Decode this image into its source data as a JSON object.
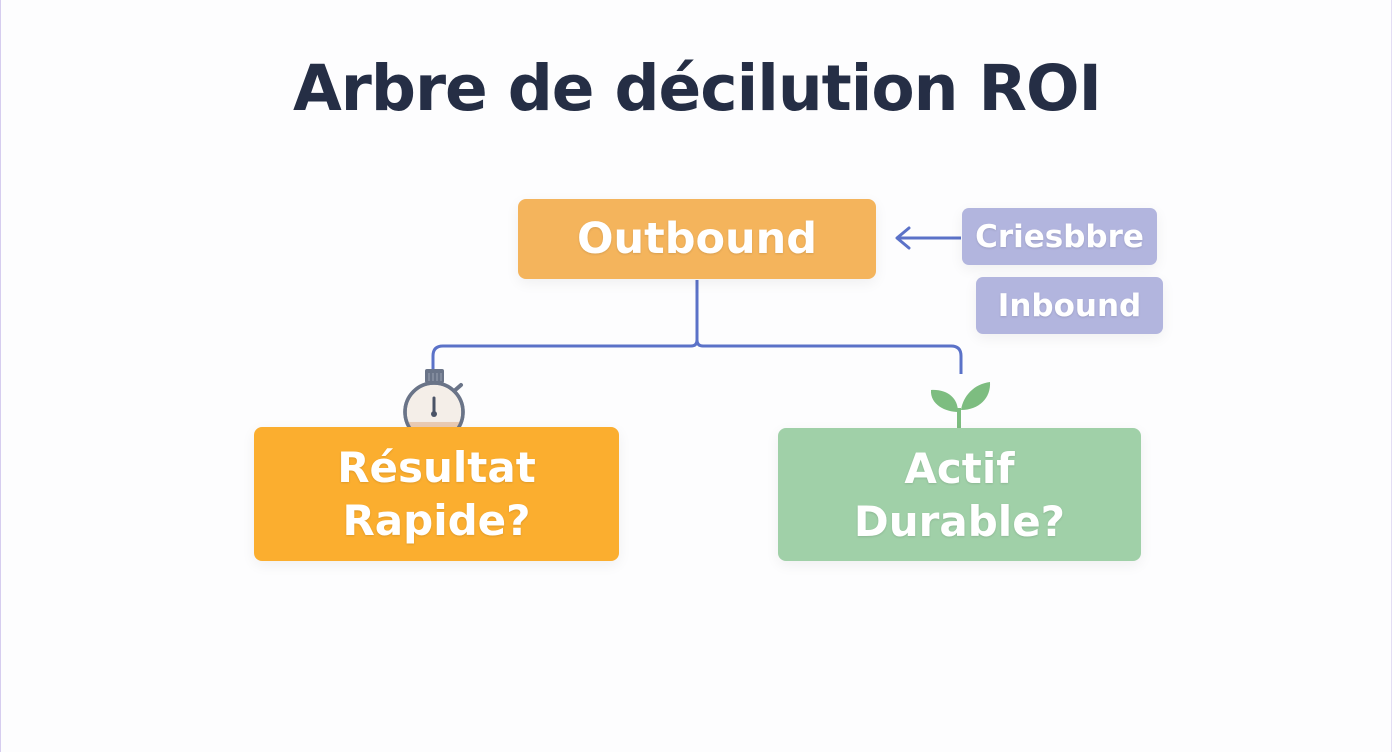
{
  "diagram": {
    "title": "Arbre de décilution ROI",
    "root": {
      "label": "Outbound"
    },
    "side_nodes": [
      {
        "label": "Criesbbre"
      },
      {
        "label": "Inbound"
      }
    ],
    "branches": [
      {
        "line1": "Résultat",
        "line2": "Rapide?",
        "icon": "stopwatch-icon"
      },
      {
        "line1": "Actif",
        "line2": "Durable?",
        "icon": "sprout-icon"
      }
    ],
    "colors": {
      "title": "#252e45",
      "root": "#f4b45c",
      "left_branch": "#fbae2f",
      "right_branch": "#a0d0a8",
      "side_nodes": "#b2b5de",
      "connector": "#5b72c8"
    }
  }
}
